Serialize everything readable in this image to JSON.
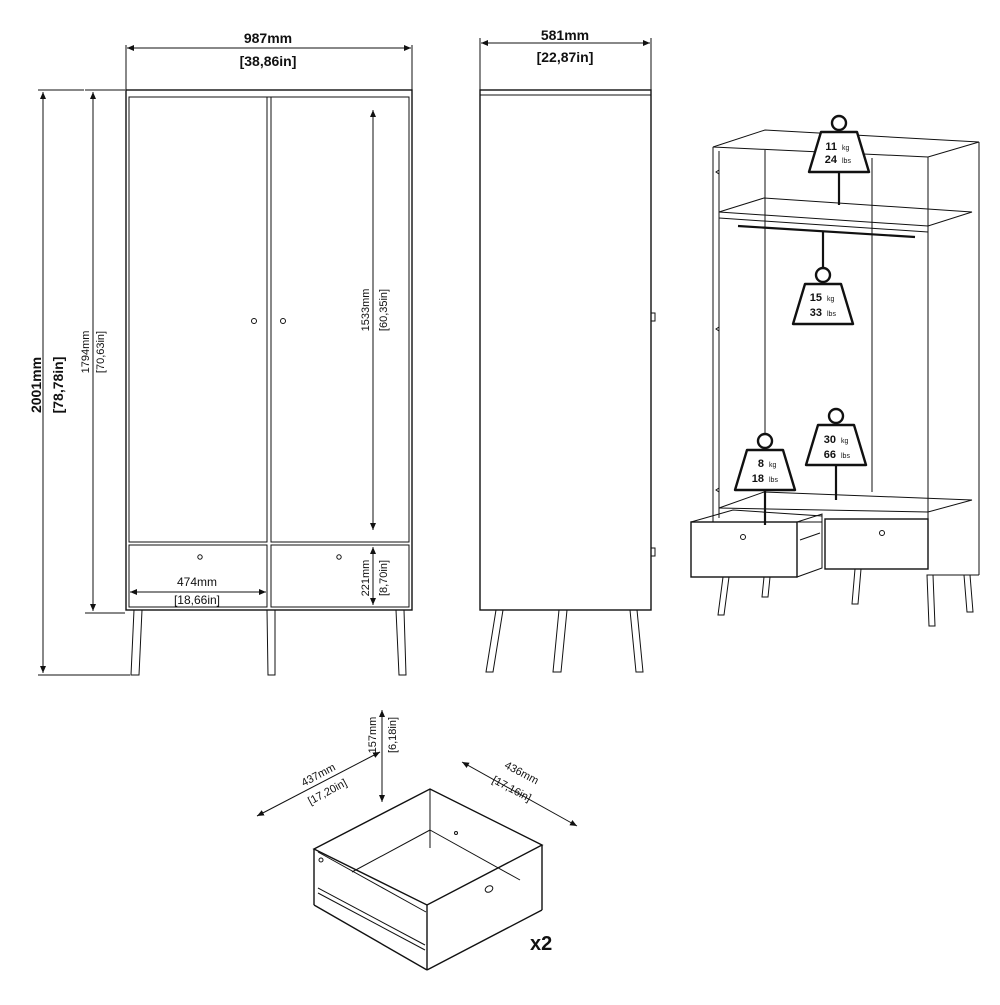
{
  "front_view": {
    "width_mm": "987mm",
    "width_in": "[38,86in]",
    "height_mm": "2001mm",
    "height_in": "[78,78in]",
    "body_height_mm": "1794mm",
    "body_height_in": "[70,63in]",
    "door_height_mm": "1533mm",
    "door_height_in": "[60,35in]",
    "drawer_width_mm": "474mm",
    "drawer_width_in": "[18,66in]",
    "drawer_height_mm": "221mm",
    "drawer_height_in": "[8,70in]"
  },
  "side_view": {
    "depth_mm": "581mm",
    "depth_in": "[22,87in]"
  },
  "load_limits": [
    {
      "kg": "11",
      "kg_unit": "kg",
      "lbs": "24",
      "lbs_unit": "lbs"
    },
    {
      "kg": "15",
      "kg_unit": "kg",
      "lbs": "33",
      "lbs_unit": "lbs"
    },
    {
      "kg": "30",
      "kg_unit": "kg",
      "lbs": "66",
      "lbs_unit": "lbs"
    },
    {
      "kg": "8",
      "kg_unit": "kg",
      "lbs": "18",
      "lbs_unit": "lbs"
    }
  ],
  "drawer_detail": {
    "depth_mm": "437mm",
    "depth_in": "[17,20in]",
    "height_mm": "157mm",
    "height_in": "[6,18in]",
    "width_mm": "436mm",
    "width_in": "[17,16in]",
    "quantity": "x2"
  }
}
